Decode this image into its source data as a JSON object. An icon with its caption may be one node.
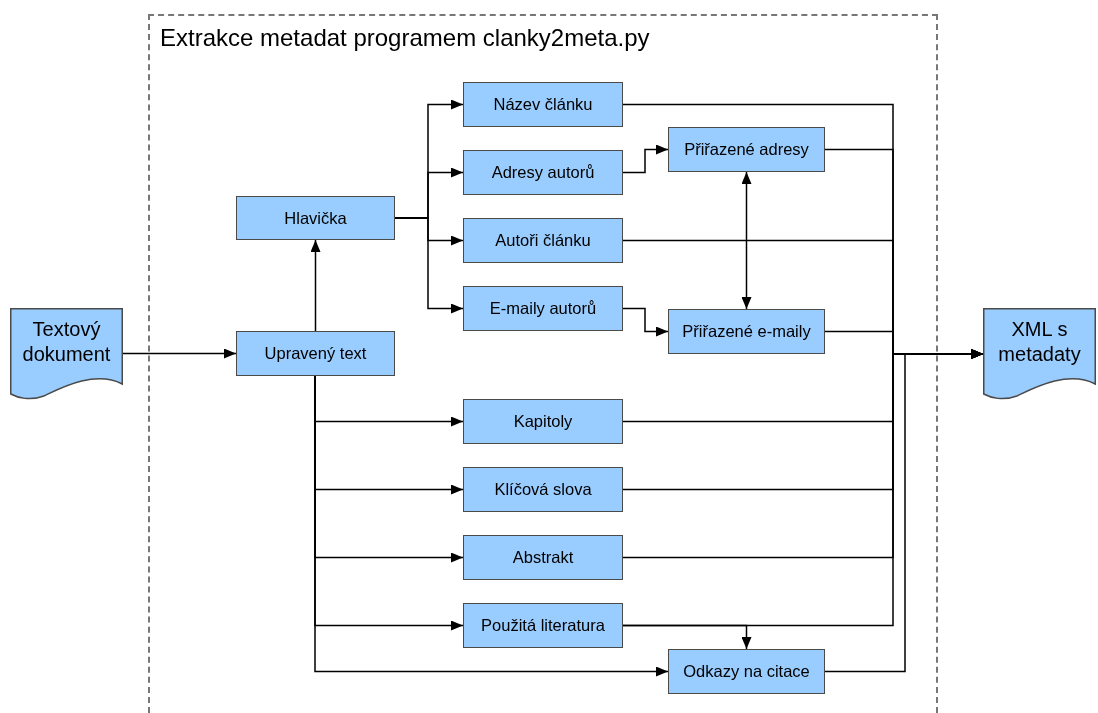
{
  "diagram": {
    "nodes": [
      {
        "text": [
          "Extrakce metadat programem clanky2meta.py"
        ]
      },
      {
        "text": [
          "Textový dokument"
        ]
      },
      {
        "text": [
          "Upravený text"
        ],
        "in": 0
      },
      {
        "text": [
          "Hlavička"
        ],
        "in": 0
      },
      {
        "text": [
          "Název článku"
        ],
        "in": 0
      },
      {
        "text": [
          "Adresy autorů"
        ],
        "in": 0
      },
      {
        "text": [
          "Přiřazené adresy"
        ],
        "in": 0
      },
      {
        "text": [
          "Autoři článku"
        ],
        "in": 0
      },
      {
        "text": [
          "E-maily autorů"
        ],
        "in": 0
      },
      {
        "text": [
          "Přiřazené e-maily"
        ],
        "in": 0
      },
      {
        "text": [
          "Kapitoly"
        ],
        "in": 0
      },
      {
        "text": [
          "Klíčová slova"
        ],
        "in": 0
      },
      {
        "text": [
          "Abstrakt"
        ],
        "in": 0
      },
      {
        "text": [
          "Použitá literatura"
        ],
        "in": 0
      },
      {
        "text": [
          "Odkazy na citace"
        ],
        "in": 0
      },
      {
        "text": [
          "XML s metadaty"
        ]
      }
    ],
    "edges": [
      {
        "from": 1,
        "to": 2,
        "arrow": "to"
      },
      {
        "from": 2,
        "to": 3,
        "arrow": "to"
      },
      {
        "from": 3,
        "to": 4,
        "arrow": "to"
      },
      {
        "from": 3,
        "to": 5,
        "arrow": "to"
      },
      {
        "from": 3,
        "to": 7,
        "arrow": "to"
      },
      {
        "from": 3,
        "to": 8,
        "arrow": "to"
      },
      {
        "from": 5,
        "to": 6,
        "arrow": "to"
      },
      {
        "from": 8,
        "to": 9,
        "arrow": "to"
      },
      {
        "from": 6,
        "to": 9,
        "arrow": "both"
      },
      {
        "from": 2,
        "to": 10,
        "arrow": "to"
      },
      {
        "from": 2,
        "to": 11,
        "arrow": "to"
      },
      {
        "from": 2,
        "to": 12,
        "arrow": "to"
      },
      {
        "from": 2,
        "to": 13,
        "arrow": "to"
      },
      {
        "from": 2,
        "to": 14,
        "arrow": "to"
      },
      {
        "from": 13,
        "to": 14,
        "arrow": "to"
      },
      {
        "from": 4,
        "to": 15,
        "arrow": "to"
      },
      {
        "from": 6,
        "to": 15,
        "arrow": "to"
      },
      {
        "from": 7,
        "to": 15,
        "arrow": "to"
      },
      {
        "from": 9,
        "to": 15,
        "arrow": "to"
      },
      {
        "from": 10,
        "to": 15,
        "arrow": "to"
      },
      {
        "from": 11,
        "to": 15,
        "arrow": "to"
      },
      {
        "from": 12,
        "to": 15,
        "arrow": "to"
      },
      {
        "from": 13,
        "to": 15,
        "arrow": "to"
      },
      {
        "from": 14,
        "to": 15,
        "arrow": "to"
      }
    ]
  }
}
